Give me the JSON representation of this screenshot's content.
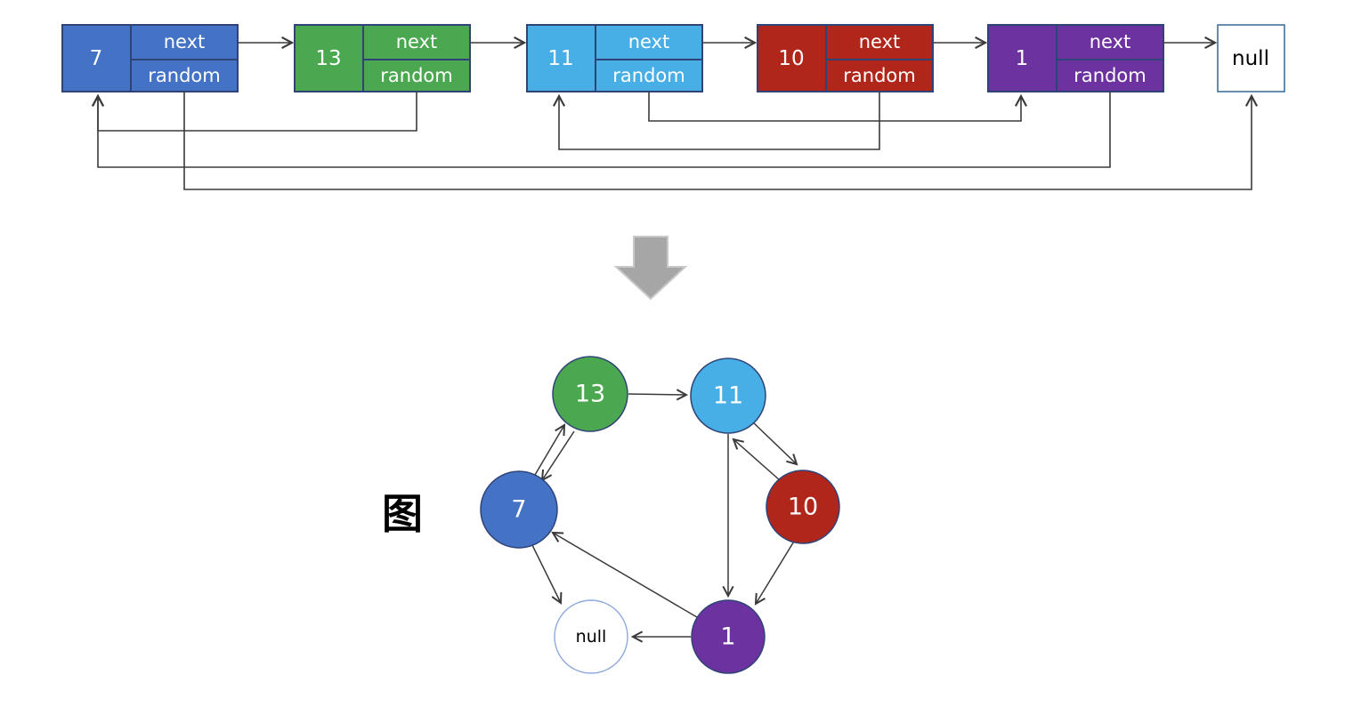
{
  "diagram": {
    "description": "Linked list with next and random pointers converted to a directed graph"
  },
  "list": {
    "next_label": "next",
    "random_label": "random",
    "null_label": "null",
    "nodes": [
      {
        "value": "7",
        "color": "#4472C4",
        "next": "13",
        "random": "null"
      },
      {
        "value": "13",
        "color": "#4CA850",
        "next": "11",
        "random": "7"
      },
      {
        "value": "11",
        "color": "#47AEE6",
        "next": "10",
        "random": "1"
      },
      {
        "value": "10",
        "color": "#B0261A",
        "next": "1",
        "random": "11"
      },
      {
        "value": "1",
        "color": "#6C32A0",
        "next": "null",
        "random": "7"
      }
    ]
  },
  "transform_arrow": {
    "direction": "down",
    "color": "#A6A6A6"
  },
  "graph": {
    "caption": "图",
    "null_label": "null",
    "nodes": [
      {
        "value": "13",
        "color": "#4CA850"
      },
      {
        "value": "11",
        "color": "#47AEE6"
      },
      {
        "value": "7",
        "color": "#4472C4"
      },
      {
        "value": "10",
        "color": "#B0261A"
      },
      {
        "value": "1",
        "color": "#6C32A0"
      },
      {
        "value": "null",
        "color": "#FFFFFF"
      }
    ],
    "edges": [
      {
        "from": "7",
        "to": "13"
      },
      {
        "from": "13",
        "to": "7"
      },
      {
        "from": "13",
        "to": "11"
      },
      {
        "from": "11",
        "to": "10"
      },
      {
        "from": "10",
        "to": "11"
      },
      {
        "from": "11",
        "to": "1"
      },
      {
        "from": "10",
        "to": "1"
      },
      {
        "from": "1",
        "to": "7"
      },
      {
        "from": "1",
        "to": "null"
      },
      {
        "from": "7",
        "to": "null"
      }
    ]
  },
  "colors": {
    "line": "#3A3A3A",
    "box_border": "#2F4377",
    "null_box_border": "#41719C",
    "null_circle_border": "#8FA8DC",
    "background": "#FFFFFF"
  }
}
